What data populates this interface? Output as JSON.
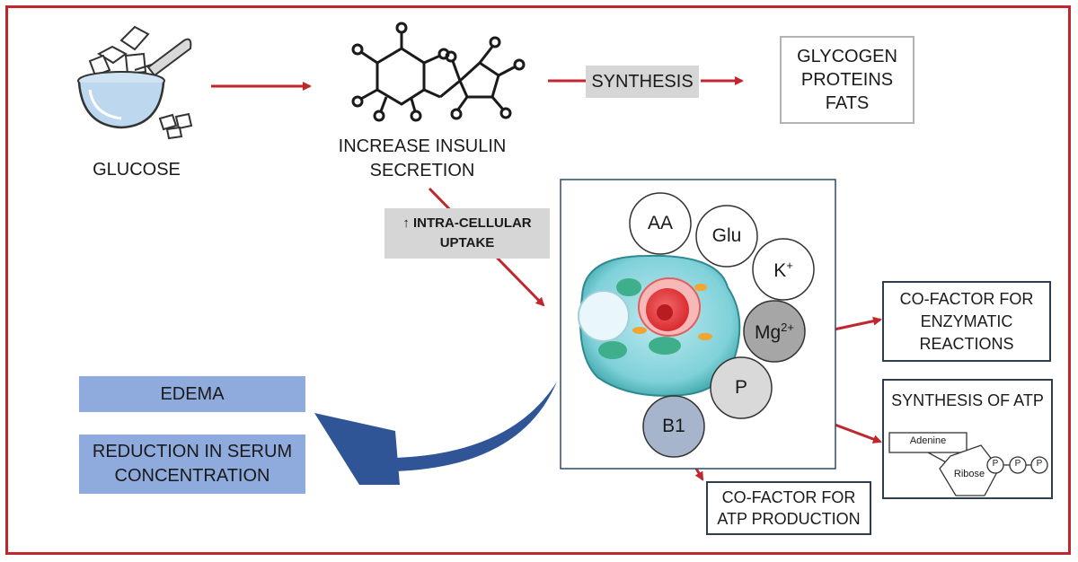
{
  "labels": {
    "glucose": "GLUCOSE",
    "insulin_line1": "INCREASE INSULIN",
    "insulin_line2": "SECRETION",
    "synthesis": "SYNTHESIS",
    "products": [
      "GLYCOGEN",
      "PROTEINS",
      "FATS"
    ],
    "uptake_line1": "↑ INTRA-CELLULAR",
    "uptake_line2": "UPTAKE",
    "enzymatic": [
      "CO-FACTOR FOR",
      "ENZYMATIC",
      "REACTIONS"
    ],
    "atp_title": "SYNTHESIS OF ATP",
    "atp_production": [
      "CO-FACTOR FOR",
      "ATP PRODUCTION"
    ],
    "edema": "EDEMA",
    "reduction": [
      "REDUCTION IN SERUM",
      "CONCENTRATION"
    ]
  },
  "ions": {
    "aa": "AA",
    "glu": "Glu",
    "k": "K",
    "k_sup": "+",
    "mg": "Mg",
    "mg_sup": "2+",
    "p": "P",
    "b1": "B1"
  },
  "atp_diagram": {
    "adenine": "Adenine",
    "ribose": "Ribose",
    "phosphate": "P"
  },
  "colors": {
    "frame": "#c0272d",
    "arrow": "#c0272d",
    "gray_box": "#d6d6d6",
    "blue_box": "#8faadc",
    "curved_arrow": "#2f5597"
  }
}
